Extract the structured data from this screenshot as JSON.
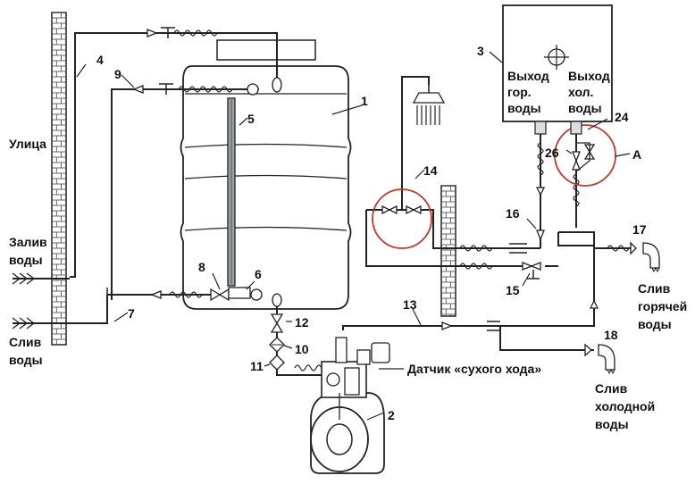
{
  "labels": {
    "street": "Улица",
    "water_inlet_1": "Залив",
    "water_inlet_2": "воды",
    "water_drain_1": "Слив",
    "water_drain_2": "воды",
    "hot_out_1": "Выход",
    "hot_out_2": "гор.",
    "hot_out_3": "воды",
    "cold_out_1": "Выход",
    "cold_out_2": "хол.",
    "cold_out_3": "воды",
    "dry_run_sensor": "Датчик «сухого хода»",
    "hot_drain_1": "Слив",
    "hot_drain_2": "горячей",
    "hot_drain_3": "воды",
    "cold_drain_1": "Слив",
    "cold_drain_2": "холодной",
    "cold_drain_3": "воды",
    "detail_a": "А"
  },
  "numbers": {
    "n1": "1",
    "n2": "2",
    "n3": "3",
    "n4": "4",
    "n5": "5",
    "n6": "6",
    "n7": "7",
    "n8": "8",
    "n9": "9",
    "n10": "10",
    "n11": "11",
    "n12": "12",
    "n13": "13",
    "n14": "14",
    "n15": "15",
    "n16": "16",
    "n17": "17",
    "n18": "18",
    "n24": "24",
    "n26": "26"
  }
}
